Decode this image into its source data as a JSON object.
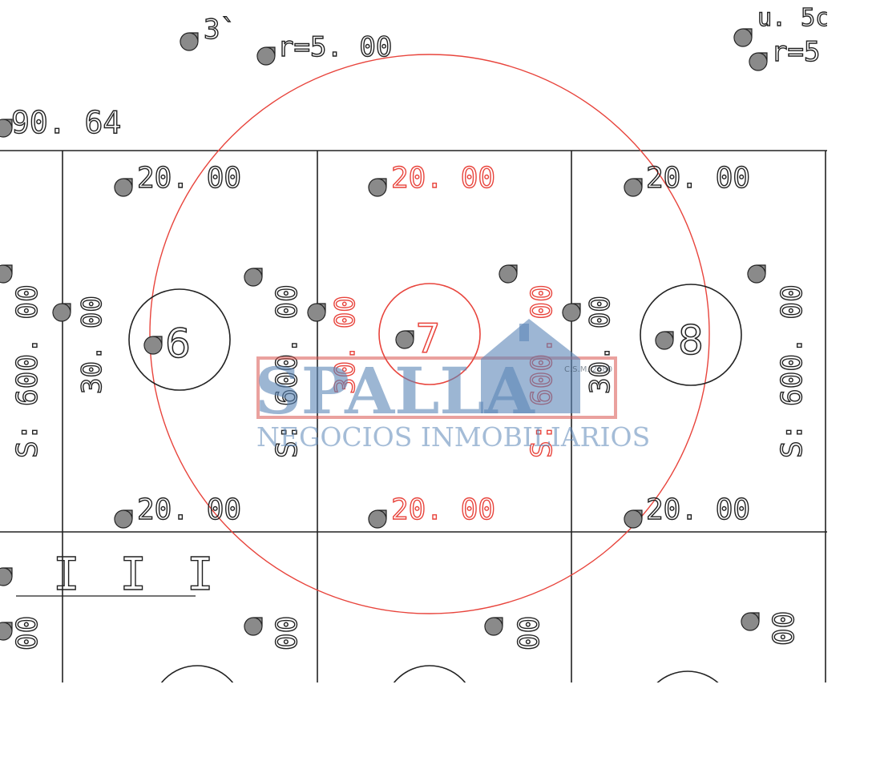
{
  "plan": {
    "top_labels": {
      "partial_3": "3`",
      "radius_main": "r=5. 00",
      "partial_top_right": "u. 5c",
      "radius_right": "r=5",
      "length_left": "90. 64"
    },
    "lots": [
      {
        "number": "6",
        "front": "20. 00",
        "back": "20. 00",
        "side_left": "30. 00",
        "side_right": "S: 600. 00",
        "highlight": false
      },
      {
        "number": "7",
        "front": "20. 00",
        "back": "20. 00",
        "side_left": "30. 00",
        "side_right": "S: 600. 00",
        "highlight": true
      },
      {
        "number": "8",
        "front": "20. 00",
        "back": "20. 00",
        "side_left": "30. 00",
        "side_right": "S: 600. 00",
        "highlight": false
      }
    ],
    "left_edge_area": "S: 600. 00",
    "block_label": "I I I",
    "lower_partial_labels": [
      "00",
      "00",
      "00",
      "00"
    ]
  },
  "watermark": {
    "brand": "SPALLA",
    "tagline": "NEGOCIOS INMOBILIARIOS",
    "code": "C.S.M. 2680"
  },
  "colors": {
    "line": "#222222",
    "highlight": "#e8443c",
    "marker": "#8a8a8a",
    "watermark_blue": "#5b86b7",
    "watermark_red": "#d9534f"
  }
}
